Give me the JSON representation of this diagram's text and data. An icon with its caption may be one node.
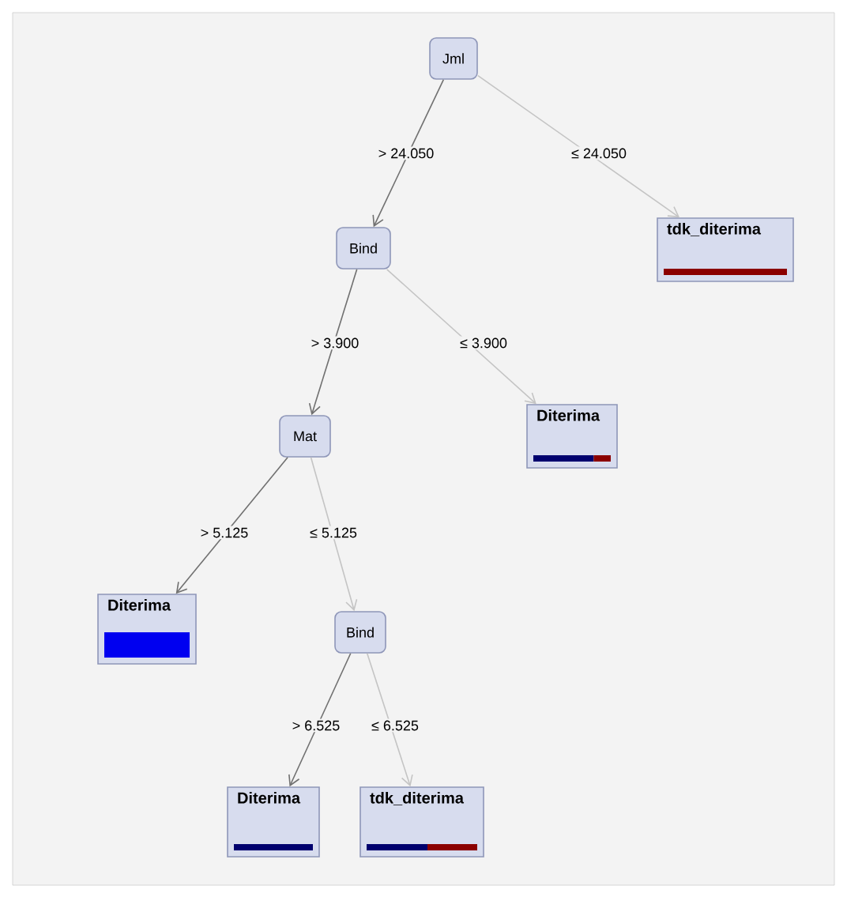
{
  "diagram": {
    "nodes": [
      {
        "text": [
          "Jml"
        ]
      },
      {
        "text": [
          "Bind"
        ]
      },
      {
        "text": [
          "tdk_diterima"
        ]
      },
      {
        "text": [
          "Mat"
        ]
      },
      {
        "text": [
          "Diterima"
        ]
      },
      {
        "text": [
          "Diterima"
        ]
      },
      {
        "text": [
          "Bind"
        ]
      },
      {
        "text": [
          "Diterima"
        ]
      },
      {
        "text": [
          "tdk_diterima"
        ]
      }
    ],
    "edges": [
      {
        "from": 0,
        "to": 1,
        "arrow": "to",
        "label": "> 24.050"
      },
      {
        "from": 0,
        "to": 2,
        "arrow": "to",
        "label": "≤ 24.050",
        "color": "#c4c4c4"
      },
      {
        "from": 1,
        "to": 3,
        "arrow": "to",
        "label": "> 3.900"
      },
      {
        "from": 1,
        "to": 4,
        "arrow": "to",
        "label": "≤ 3.900",
        "color": "#c4c4c4"
      },
      {
        "from": 3,
        "to": 5,
        "arrow": "to",
        "label": "> 5.125"
      },
      {
        "from": 3,
        "to": 6,
        "arrow": "to",
        "label": "≤ 5.125",
        "color": "#c4c4c4"
      },
      {
        "from": 6,
        "to": 7,
        "arrow": "to",
        "label": "> 6.525"
      },
      {
        "from": 6,
        "to": 8,
        "arrow": "to",
        "label": "≤ 6.525",
        "color": "#c4c4c4"
      }
    ]
  }
}
